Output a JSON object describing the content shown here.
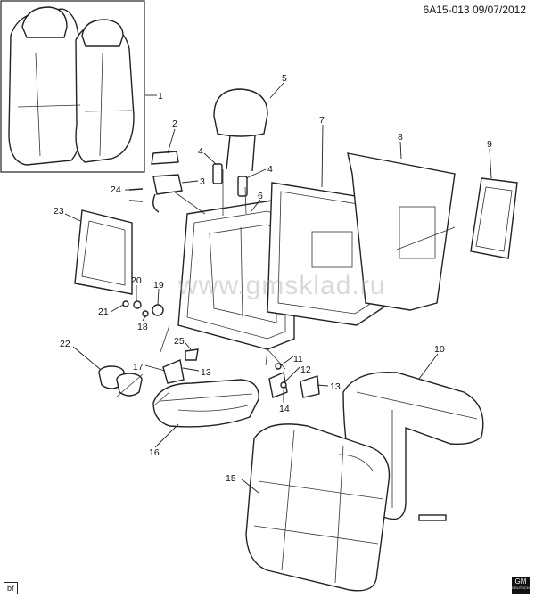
{
  "diagram": {
    "header_code": "6A15-013",
    "header_date": "09/07/2012",
    "corner_tag": "bf",
    "logo_text": "GM",
    "logo_subtext": "DEUTSCH",
    "watermark": "www.gmsklad.ru",
    "callouts": [
      "1",
      "2",
      "3",
      "4",
      "4",
      "5",
      "6",
      "7",
      "8",
      "9",
      "10",
      "11",
      "12",
      "13",
      "13",
      "14",
      "15",
      "16",
      "17",
      "18",
      "19",
      "20",
      "21",
      "22",
      "23",
      "24",
      "25"
    ]
  }
}
